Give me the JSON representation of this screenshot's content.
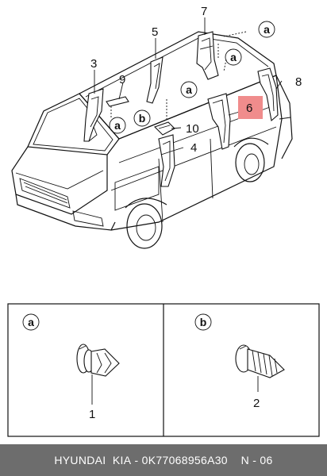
{
  "callouts": {
    "c1": "1",
    "c2": "2",
    "c3": "3",
    "c4": "4",
    "c5": "5",
    "c6": "6",
    "c7": "7",
    "c8": "8",
    "c9": "9",
    "c10": "10"
  },
  "markers": {
    "a": "a",
    "b": "b"
  },
  "highlight_color": "#f08c8c",
  "footer": {
    "brand": "HYUNDAI  KIA",
    "sep1": " - ",
    "part_number": "0K77068956A30",
    "sep2": "    ",
    "page": "N - 06"
  }
}
